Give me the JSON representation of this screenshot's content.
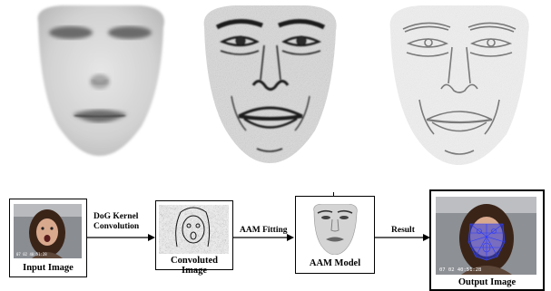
{
  "panels": [
    {
      "id": "grayscale-face"
    },
    {
      "id": "dog-filtered-face"
    },
    {
      "id": "edge-sketch-face"
    }
  ],
  "pipeline": {
    "input": {
      "caption": "Input Image",
      "timestamp": "07 02 40:51:28"
    },
    "step1_label": "DoG Kernel Convolution",
    "convoluted": {
      "caption": "Convoluted Image"
    },
    "step2_label": "AAM Fitting",
    "aam": {
      "caption": "AAM Model"
    },
    "step3_label": "Result",
    "output": {
      "caption": "Output Image",
      "timestamp": "07 02 40:51:28"
    }
  }
}
